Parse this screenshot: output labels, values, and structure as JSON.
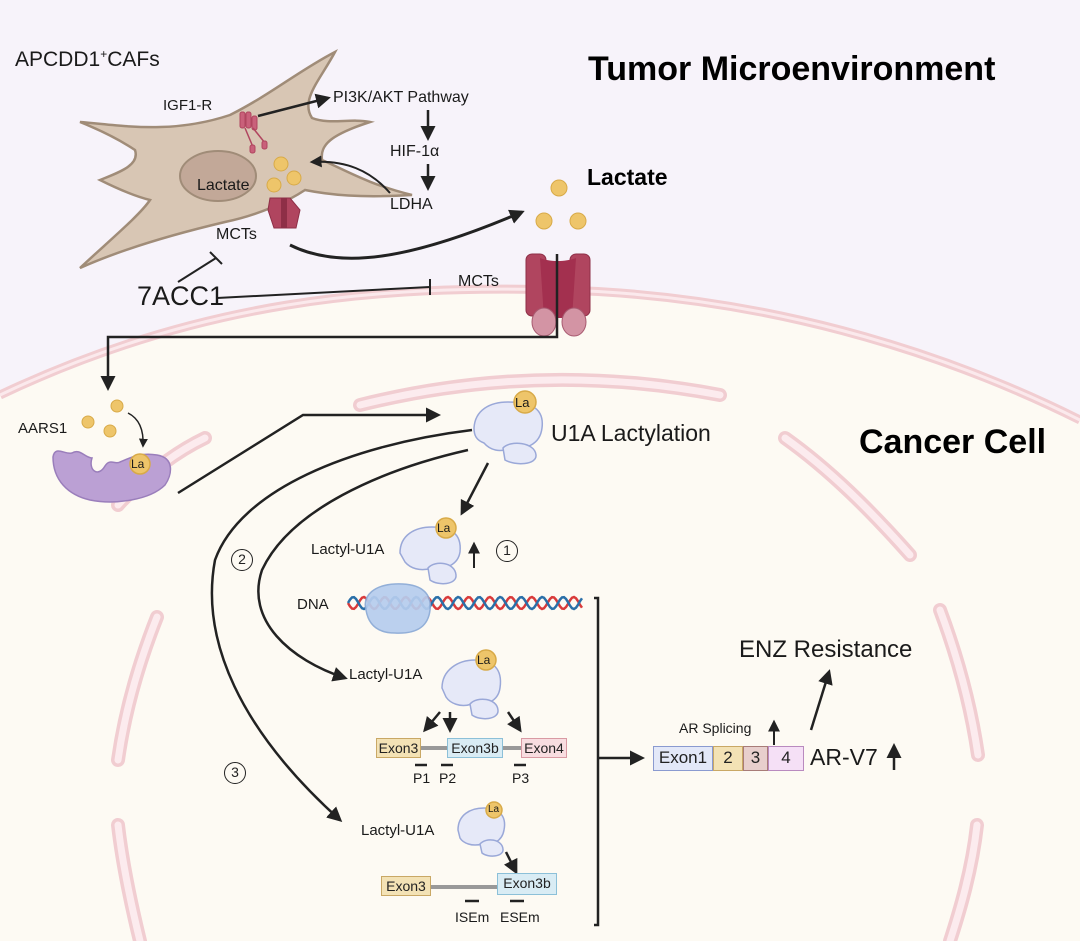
{
  "titles": {
    "tumor_microenvironment": "Tumor Microenvironment",
    "cancer_cell": "Cancer Cell"
  },
  "caf": {
    "name": "APCDD1",
    "superscript": "+",
    "suffix": "CAFs",
    "receptor": "IGF1-R",
    "pathway": "PI3K/AKT Pathway",
    "hif": "HIF-1α",
    "ldha": "LDHA",
    "nucleus_label": "Lactate",
    "transporter": "MCTs"
  },
  "extracellular": {
    "lactate": "Lactate",
    "inhibitor": "7ACC1",
    "membrane_transporter": "MCTs"
  },
  "cancer_cell": {
    "enzyme": "AARS1",
    "lactyl_tag": "La",
    "u1a_lactylation": "U1A Lactylation",
    "mechanism_1": {
      "badge": "1",
      "protein": "Lactyl-U1A",
      "dna": "DNA"
    },
    "mechanism_2": {
      "badge": "2",
      "protein": "Lactyl-U1A",
      "exons": [
        "Exon3",
        "Exon3b",
        "Exon4"
      ],
      "probes": [
        "P1",
        "P2",
        "P3"
      ]
    },
    "mechanism_3": {
      "badge": "3",
      "protein": "Lactyl-U1A",
      "exons": [
        "Exon3",
        "Exon3b"
      ],
      "motifs": [
        "ISEm",
        "ESEm"
      ]
    },
    "outcome": {
      "ar_splicing": "AR Splicing",
      "ar_v7_exons": [
        "Exon1",
        "2",
        "3",
        "4"
      ],
      "ar_v7": "AR-V7",
      "resistance": "ENZ Resistance"
    }
  },
  "colors": {
    "tme_background": "#f7f3fa",
    "cell_background": "#fdfaf3",
    "membrane": "#f1cdd1",
    "caf_body": "#d8c6b4",
    "lactate_dot": "#eec56a",
    "transporter": "#b0455f",
    "u1a_protein": "#e6e9f8",
    "aars1": "#bba0d4"
  }
}
